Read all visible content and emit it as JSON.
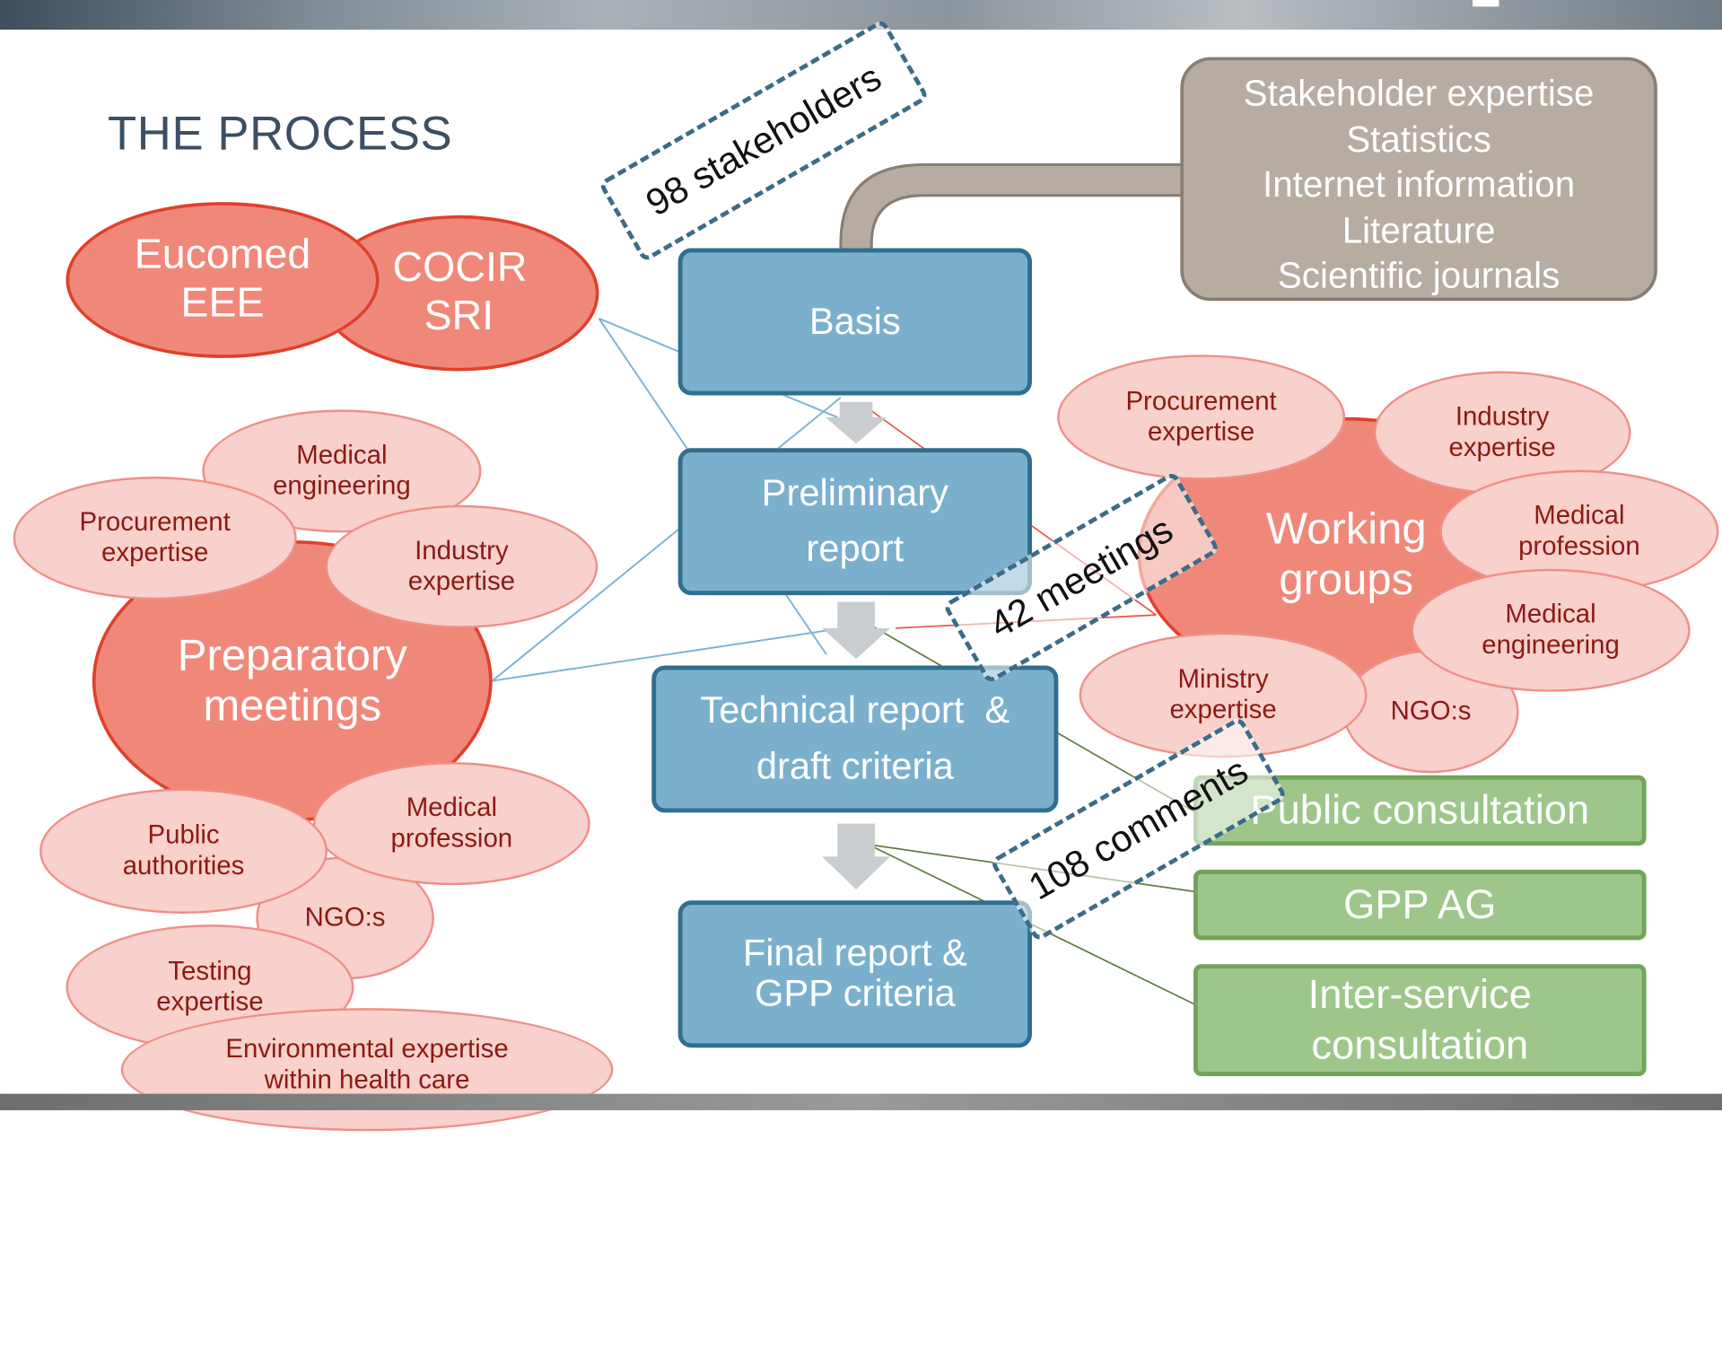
{
  "title": "THE PROCESS",
  "source_box": [
    "Stakeholder expertise",
    "Statistics",
    "Internet information",
    "Literature",
    "Scientific journals"
  ],
  "main_flow": {
    "basis": "Basis",
    "preliminary": [
      "Preliminary",
      "report"
    ],
    "technical": [
      "Technical report  &",
      "draft criteria"
    ],
    "final": [
      "Final report &",
      "GPP criteria"
    ]
  },
  "counts": {
    "stakeholders": "98 stakeholders",
    "meetings": "42 meetings",
    "comments": "108 comments"
  },
  "left_group": {
    "eucomed": [
      "Eucomed",
      "EEE"
    ],
    "cocir": [
      "COCIR",
      "SRI"
    ],
    "preparatory": [
      "Preparatory",
      "meetings"
    ],
    "bubbles": {
      "medical_engineering": [
        "Medical",
        "engineering"
      ],
      "procurement": [
        "Procurement",
        "expertise"
      ],
      "industry": [
        "Industry",
        "expertise"
      ],
      "public_authorities": [
        "Public",
        "authorities"
      ],
      "medical_profession": [
        "Medical",
        "profession"
      ],
      "ngos": "NGO:s",
      "testing": [
        "Testing",
        "expertise"
      ],
      "environmental": [
        "Environmental expertise",
        "within health care"
      ]
    }
  },
  "right_group": {
    "working_groups": [
      "Working",
      "groups"
    ],
    "bubbles": {
      "procurement": [
        "Procurement",
        "expertise"
      ],
      "industry": [
        "Industry",
        "expertise"
      ],
      "medical_profession": [
        "Medical",
        "profession"
      ],
      "medical_engineering": [
        "Medical",
        "engineering"
      ],
      "ministry": [
        "Ministry",
        "expertise"
      ],
      "ngos": "NGO:s"
    }
  },
  "consultation": {
    "public": "Public consultation",
    "gpp_ag": "GPP AG",
    "inter_service": [
      "Inter-service",
      "consultation"
    ]
  },
  "colors": {
    "flow_box": "#7bb0cd",
    "flow_border": "#2f6f8f",
    "stakeholder_main": "#f0887a",
    "stakeholder_light": "#f8d0cc",
    "consultation_box": "#9ec68a",
    "source_box": "#b6aca2",
    "title_text": "#3c4f63"
  }
}
